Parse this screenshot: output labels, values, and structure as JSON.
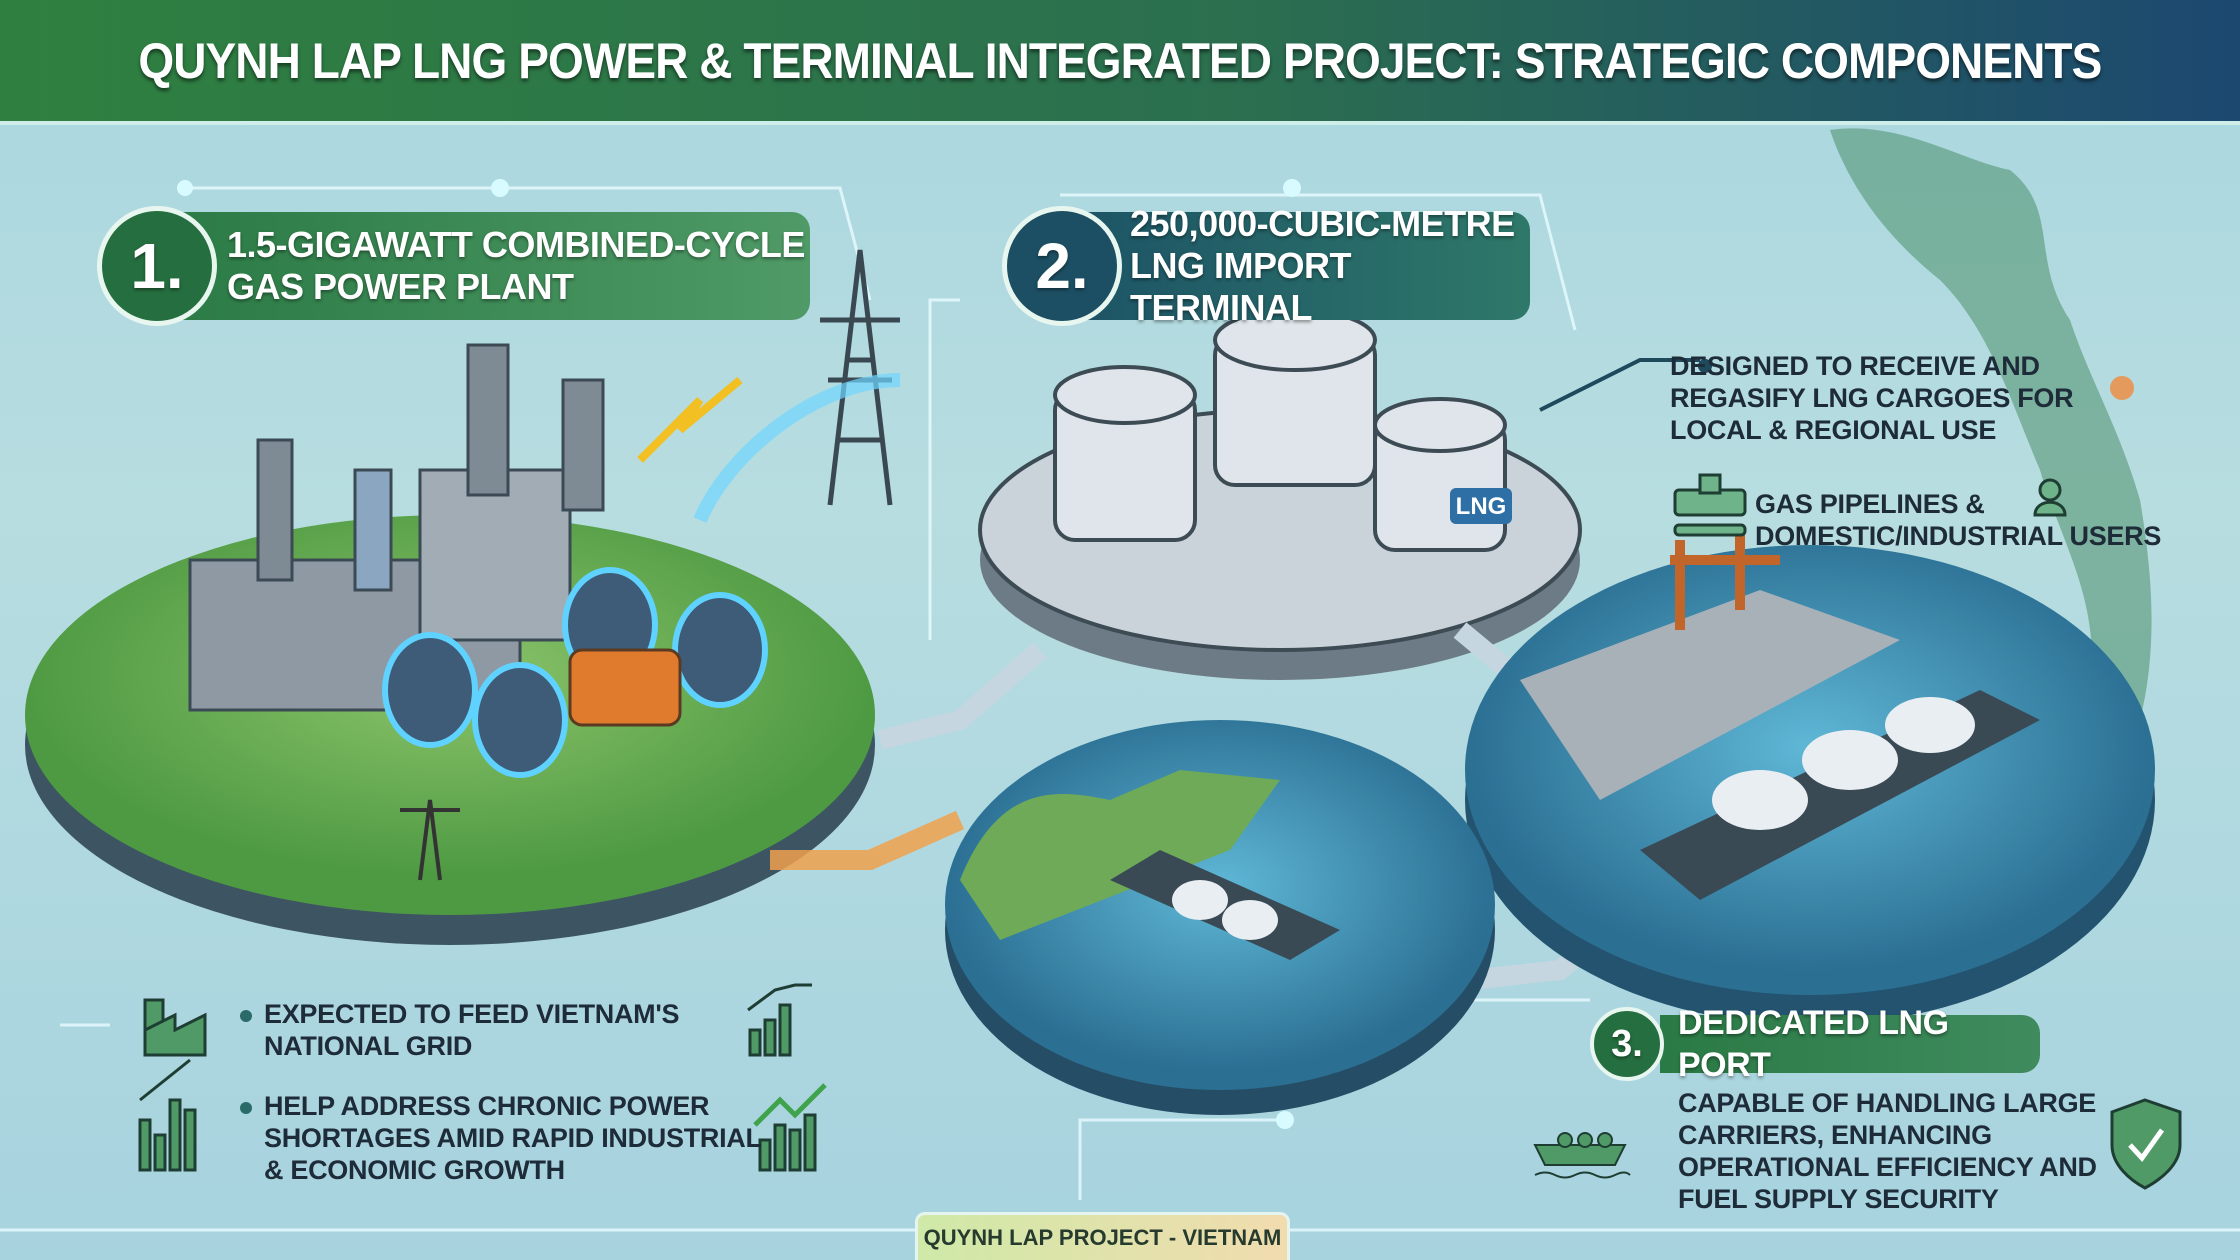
{
  "title": "QUYNH LAP LNG POWER & TERMINAL INTEGRATED PROJECT: STRATEGIC COMPONENTS",
  "components": [
    {
      "number": "1.",
      "label_line1": "1.5-GIGAWATT COMBINED-CYCLE",
      "label_line2": "GAS POWER PLANT"
    },
    {
      "number": "2.",
      "label_line1": "250,000-CUBIC-METRE",
      "label_line2": "LNG IMPORT TERMINAL"
    },
    {
      "number": "3.",
      "label": "DEDICATED LNG PORT"
    }
  ],
  "terminal_notes": {
    "description": [
      "DESIGNED TO RECEIVE AND",
      "REGASIFY LNG CARGOES FOR",
      "LOCAL & REGIONAL USE"
    ],
    "users": [
      "GAS PIPELINES &",
      "DOMESTIC/INDUSTRIAL USERS"
    ],
    "tank_label": "LNG"
  },
  "plant_notes": [
    {
      "lines": [
        "EXPECTED TO FEED VIETNAM'S",
        "NATIONAL GRID"
      ]
    },
    {
      "lines": [
        "HELP ADDRESS CHRONIC POWER",
        "SHORTAGES AMID RAPID INDUSTRIAL",
        "& ECONOMIC GROWTH"
      ]
    }
  ],
  "port_notes": [
    "CAPABLE OF HANDLING LARGE",
    "CARRIERS, ENHANCING",
    "OPERATIONAL EFFICIENCY AND",
    "FUEL SUPPLY SECURITY"
  ],
  "footer": "QUYNH LAP PROJECT - VIETNAM",
  "colors": {
    "green": "#2a7a45",
    "teal": "#1d5466",
    "orange": "#e07b2e",
    "glow": "#6fd6ff"
  }
}
